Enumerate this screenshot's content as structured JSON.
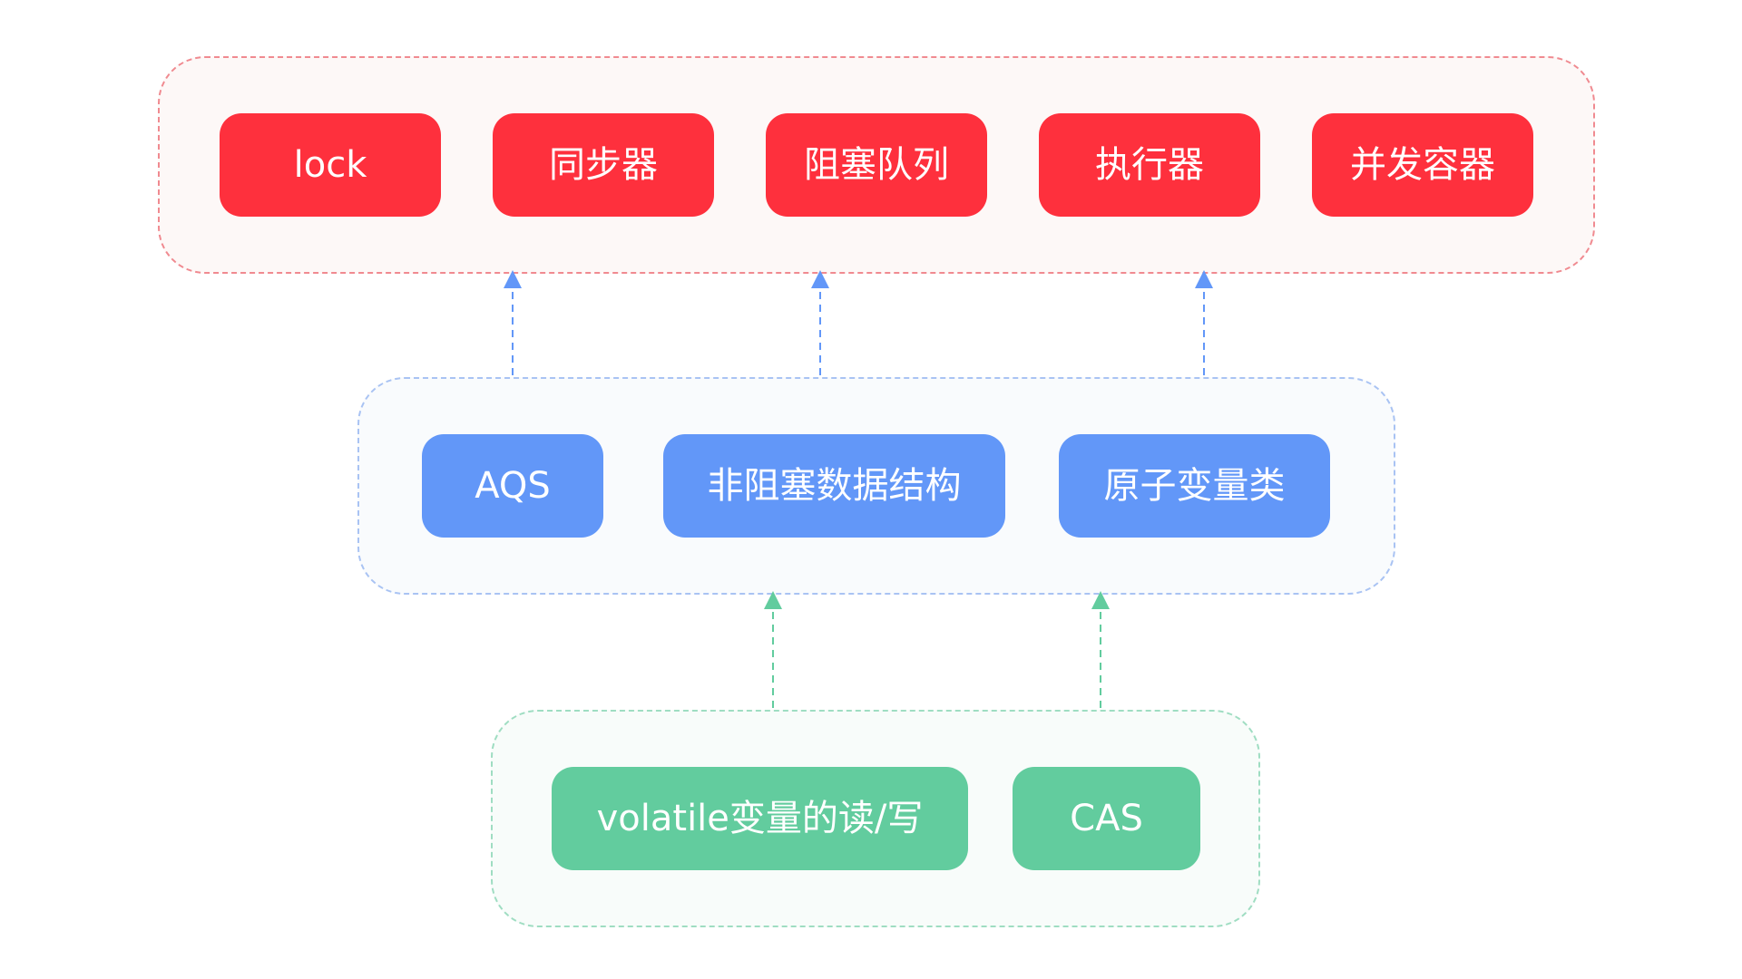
{
  "diagram": {
    "layers": [
      {
        "id": "top",
        "nodes": [
          {
            "label": "lock"
          },
          {
            "label": "同步器"
          },
          {
            "label": "阻塞队列"
          },
          {
            "label": "执行器"
          },
          {
            "label": "并发容器"
          }
        ]
      },
      {
        "id": "middle",
        "nodes": [
          {
            "label": "AQS"
          },
          {
            "label": "非阻塞数据结构"
          },
          {
            "label": "原子变量类"
          }
        ]
      },
      {
        "id": "bottom",
        "nodes": [
          {
            "label": "volatile变量的读/写"
          },
          {
            "label": "CAS"
          }
        ]
      }
    ],
    "colors": {
      "top_node": "#fe303d",
      "middle_node": "#6297f8",
      "bottom_node": "#62cc9e",
      "top_arrow": "#6297f8",
      "bottom_arrow": "#62cc9e"
    }
  }
}
